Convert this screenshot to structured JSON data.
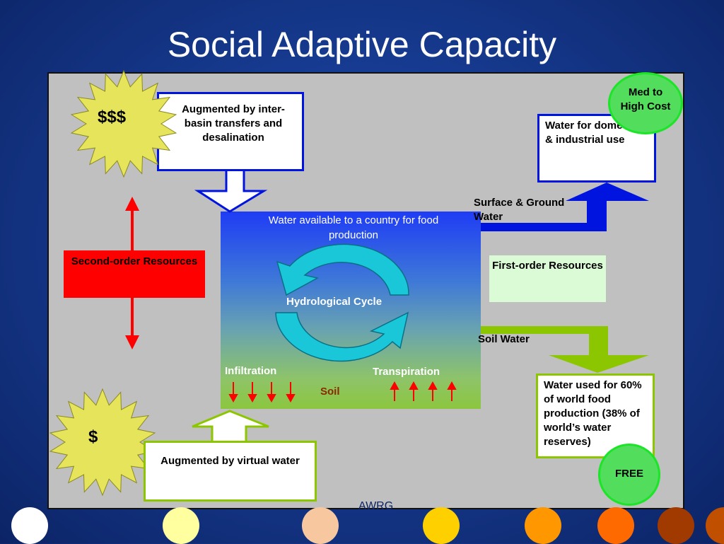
{
  "title": "Social Adaptive Capacity",
  "boxes": {
    "augmented_desal": "Augmented by inter-basin transfers and desalination",
    "domestic": "Water for domestic & industrial use",
    "second_order": "Second-order Resources",
    "first_order": "First-order Resources",
    "food_production": "Water used for 60% of world food production (38% of world’s water reserves)",
    "virtual_water": "Augmented by virtual water"
  },
  "badges": {
    "high_cost": "$$$",
    "low_cost": "$",
    "med_high": "Med to High Cost",
    "free": "FREE"
  },
  "flows": {
    "surface_ground": "Surface & Ground Water",
    "soil_water": "Soil Water"
  },
  "center": {
    "heading": "Water available to a country for food production",
    "cycle": "Hydrological Cycle",
    "infiltration": "Infiltration",
    "transpiration": "Transpiration",
    "soil": "Soil"
  },
  "footer_text": "AWRG",
  "colors": {
    "second_order_fill": "#ff0000",
    "first_order_fill": "#dbfbd6",
    "blue_arrow": "#0014e0",
    "green_arrow": "#8cc600",
    "cycle_arrow": "#19c7d9",
    "badge_green": "#52dd5c",
    "star_fill": "#e6e45a"
  },
  "footer_dots": [
    "#ffffff",
    "#ffffa0",
    "#f7c8a0",
    "#ffd000",
    "#ff9800",
    "#ff6a00",
    "#a03a00",
    "#c05000"
  ]
}
